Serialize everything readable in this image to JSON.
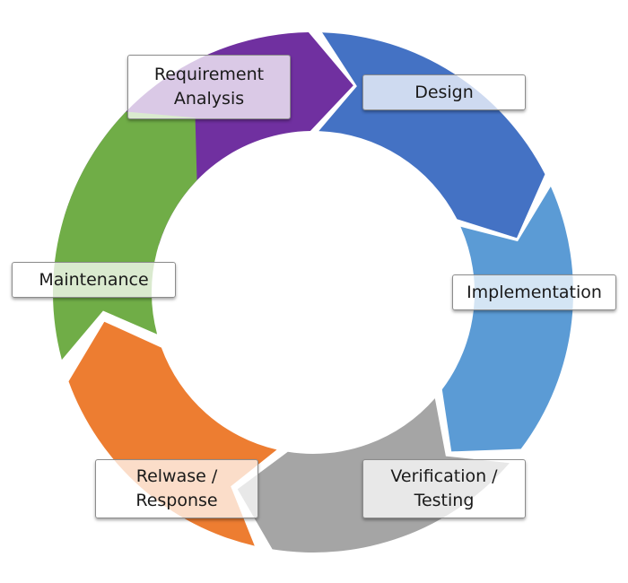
{
  "diagram": {
    "stages": [
      {
        "id": "requirement",
        "lines": [
          "Requirement",
          "Analysis"
        ],
        "color": "#7030A0"
      },
      {
        "id": "design",
        "lines": [
          "Design"
        ],
        "color": "#4472C4"
      },
      {
        "id": "implementation",
        "lines": [
          "Implementation"
        ],
        "color": "#5B9BD5"
      },
      {
        "id": "verification",
        "lines": [
          "Verification /",
          "Testing"
        ],
        "color": "#A5A5A5"
      },
      {
        "id": "release",
        "lines": [
          "Relwase /",
          "Response"
        ],
        "color": "#ED7D31"
      },
      {
        "id": "maintenance",
        "lines": [
          "Maintenance"
        ],
        "color": "#70AD47"
      }
    ]
  }
}
